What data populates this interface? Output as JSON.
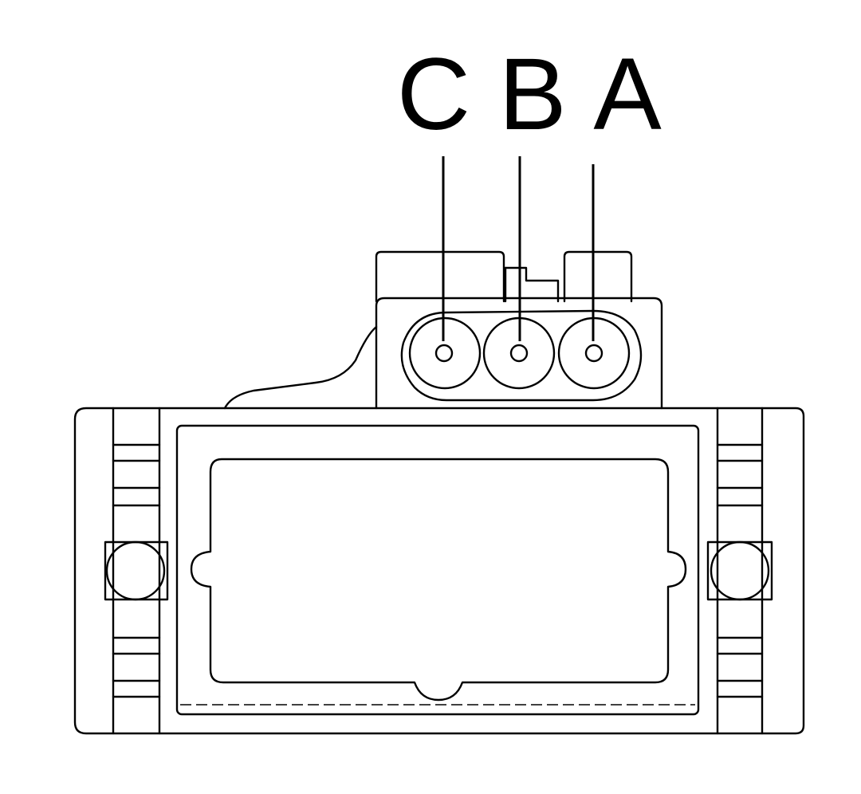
{
  "diagram": {
    "pins": [
      {
        "id": "C",
        "label": "C"
      },
      {
        "id": "B",
        "label": "B"
      },
      {
        "id": "A",
        "label": "A"
      }
    ],
    "line_color": "#000000",
    "background_color": "#ffffff"
  }
}
